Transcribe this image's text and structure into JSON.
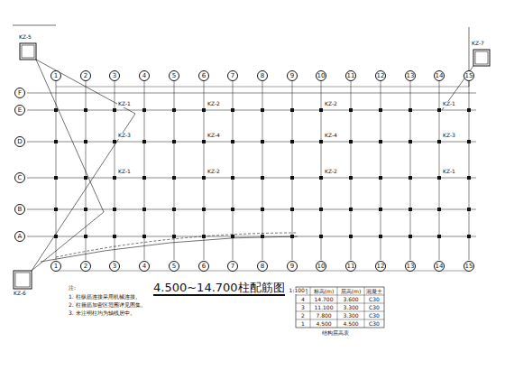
{
  "diagram": {
    "title": "4.500~14.700柱配筋图",
    "nodes": [
      {
        "text": [
          "1"
        ]
      },
      {
        "text": [
          "2"
        ]
      },
      {
        "text": [
          "3"
        ]
      },
      {
        "text": [
          "4"
        ]
      },
      {
        "text": [
          "5"
        ]
      },
      {
        "text": [
          "6"
        ]
      },
      {
        "text": [
          "7"
        ]
      },
      {
        "text": [
          "8"
        ]
      },
      {
        "text": [
          "9"
        ]
      },
      {
        "text": [
          "10"
        ]
      },
      {
        "text": [
          "11"
        ]
      },
      {
        "text": [
          "12"
        ]
      },
      {
        "text": [
          "13"
        ]
      },
      {
        "text": [
          "14"
        ]
      },
      {
        "text": [
          "15"
        ]
      },
      {
        "text": [
          "F"
        ]
      },
      {
        "text": [
          "E"
        ]
      },
      {
        "text": [
          "D"
        ]
      },
      {
        "text": [
          "C"
        ]
      },
      {
        "text": [
          "B"
        ]
      },
      {
        "text": [
          "A"
        ]
      },
      {
        "text": [
          "1"
        ]
      },
      {
        "text": [
          "2"
        ]
      },
      {
        "text": [
          "3"
        ]
      },
      {
        "text": [
          "4"
        ]
      },
      {
        "text": [
          "5"
        ]
      },
      {
        "text": [
          "6"
        ]
      },
      {
        "text": [
          "7"
        ]
      },
      {
        "text": [
          "8"
        ]
      },
      {
        "text": [
          "9"
        ]
      },
      {
        "text": [
          "10"
        ]
      },
      {
        "text": [
          "11"
        ]
      },
      {
        "text": [
          "12"
        ]
      },
      {
        "text": [
          "13"
        ]
      },
      {
        "text": [
          "14"
        ]
      },
      {
        "text": [
          "15"
        ]
      }
    ],
    "labels": [
      "KZ-1",
      "KZ-2",
      "KZ-2",
      "KZ-1",
      "KZ-3",
      "KZ-4",
      "KZ-4",
      "KZ-3",
      "KZ-1",
      "KZ-2",
      "KZ-2",
      "KZ-1",
      "KZ-5",
      "KZ-6",
      "KZ-7",
      "层号",
      "标高(m)",
      "层高(m)",
      "混凝土",
      "4",
      "14.700",
      "3.600",
      "C30",
      "3",
      "11.100",
      "3.300",
      "C30",
      "2",
      "7.800",
      "3.300",
      "C30",
      "1",
      "4.500",
      "4.500",
      "C30",
      "结构层高表",
      "注:",
      "1. 柱纵筋连接采用机械连接。",
      "2. 柱箍筋加密区范围详见图集。",
      "3. 未注明柱均为轴线居中。",
      "1:100"
    ]
  }
}
